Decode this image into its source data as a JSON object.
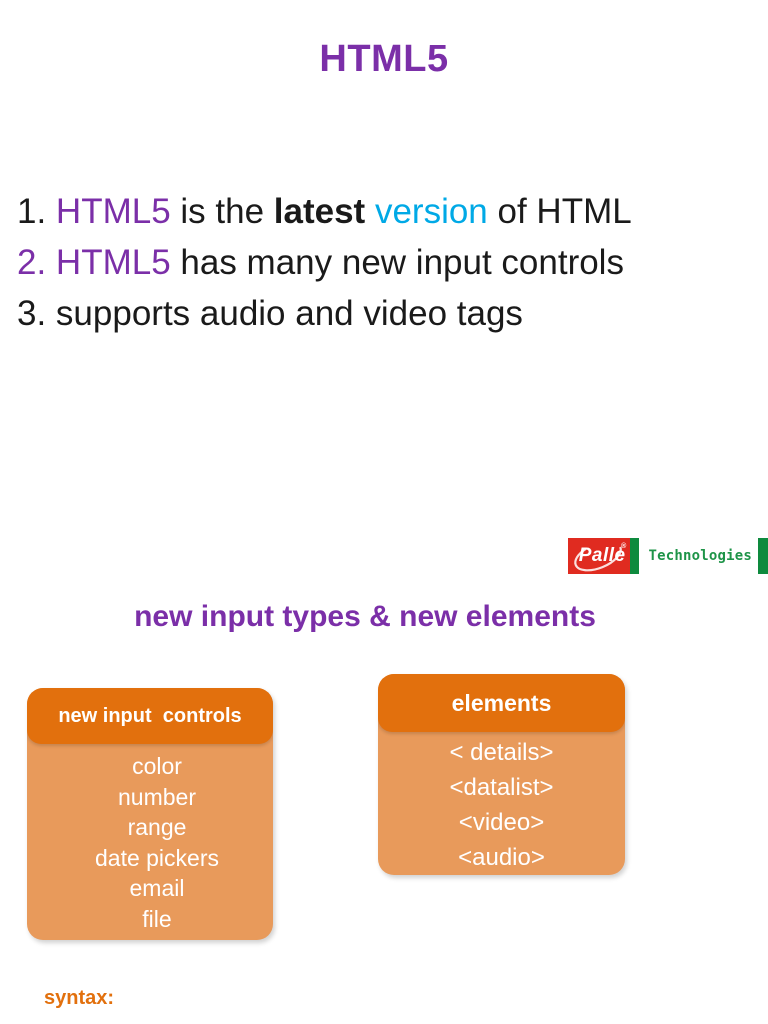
{
  "slide": {
    "title": "HTML5",
    "bullets": [
      {
        "number": "1.",
        "number_color": "black",
        "segments": [
          {
            "text": "HTML5",
            "style": "purple"
          },
          {
            "text": " is the ",
            "style": "black"
          },
          {
            "text": "latest",
            "style": "black-bold"
          },
          {
            "text": " version",
            "style": "cyan"
          },
          {
            "text": " of HTML",
            "style": "black"
          }
        ]
      },
      {
        "number": "2.",
        "number_color": "purple",
        "segments": [
          {
            "text": "HTML5",
            "style": "purple"
          },
          {
            "text": " has many new input controls",
            "style": "black"
          }
        ]
      },
      {
        "number": "3.",
        "number_color": "black",
        "segments": [
          {
            "text": " supports audio and video tags",
            "style": "black"
          }
        ]
      }
    ],
    "section_heading": "new input types & new elements",
    "syntax_label": "syntax:"
  },
  "logo": {
    "wordmark": "Palle",
    "registered_mark": "®",
    "company_suffix": "Technologies",
    "red": "#E02B20",
    "green": "#0E8A3E",
    "text_green": "#1E9448"
  },
  "cards": [
    {
      "id": "input-controls",
      "header": "new input  controls",
      "items": [
        "color",
        "number",
        "range",
        "date pickers",
        "email",
        "file"
      ]
    },
    {
      "id": "elements",
      "header": "elements",
      "items": [
        "< details>",
        "<datalist>",
        "<video>",
        "<audio>"
      ]
    }
  ],
  "colors": {
    "purple": "#7B2FA8",
    "cyan": "#00A9E6",
    "black": "#1a1a1a",
    "card_header_orange": "#E2700D",
    "card_body_orange": "#E89A5B",
    "syntax_orange": "#E2700D"
  }
}
